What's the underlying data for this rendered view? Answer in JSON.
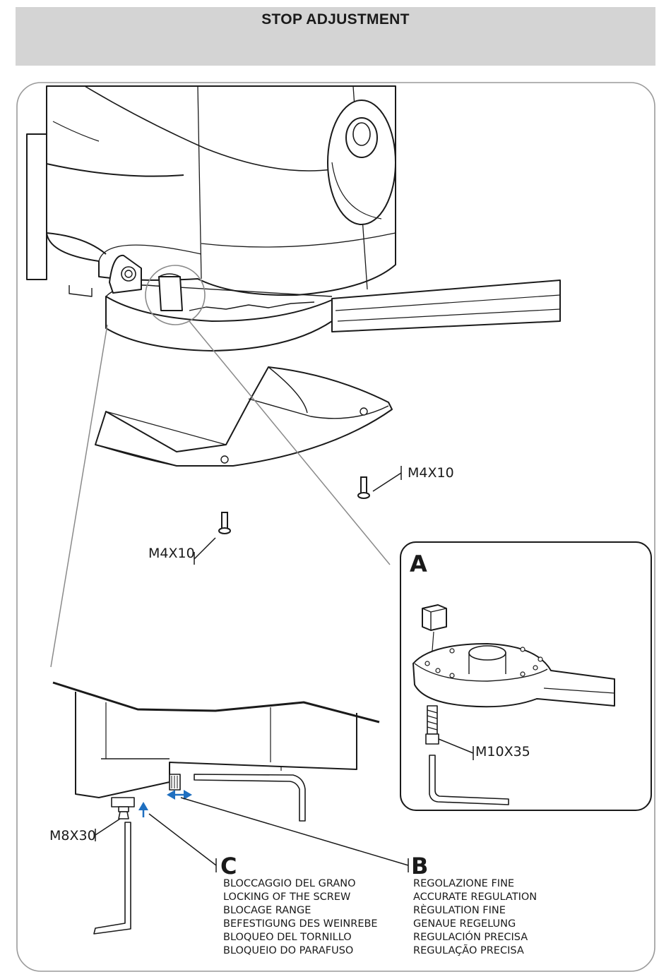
{
  "header": {
    "title": "STOP ADJUSTMENT"
  },
  "parts": {
    "screw_right": "M4X10",
    "screw_left": "M4X10",
    "screw_detail_a": "M10X35",
    "screw_bottom": "M8X30"
  },
  "details": {
    "a": {
      "letter": "A"
    },
    "b": {
      "letter": "B",
      "lines": [
        "REGOLAZIONE FINE",
        "ACCURATE REGULATION",
        "RÈGULATION FINE",
        "GENAUE REGELUNG",
        "REGULACIÓN PRECISA",
        "REGULAÇÃO PRECISA"
      ]
    },
    "c": {
      "letter": "C",
      "lines": [
        "BLOCCAGGIO DEL GRANO",
        "LOCKING OF THE SCREW",
        "BLOCAGE RANGE",
        "BEFESTIGUNG DES WEINREBE",
        "BLOQUEO DEL TORNILLO",
        "BLOQUEIO DO PARAFUSO"
      ]
    }
  },
  "colors": {
    "header_bg": "#d4d4d4",
    "arrow_blue": "#1f6fc0",
    "line": "#1a1a1a",
    "leader_grey": "#8a8a8a"
  }
}
